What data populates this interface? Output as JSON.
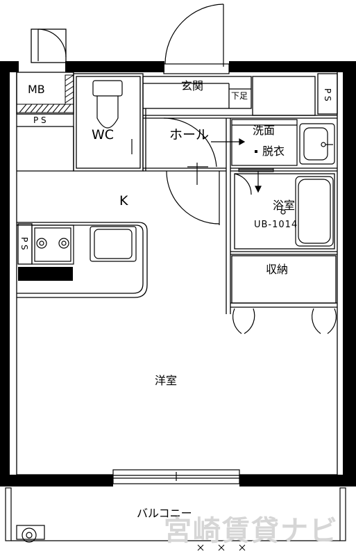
{
  "rooms": {
    "entrance": "玄関",
    "shoe_box": "下足",
    "mb": "MB",
    "ps_top_left": "P S",
    "ps_top_right": "P S",
    "ps_kitchen": "P S",
    "wc": "WC",
    "hall": "ホール",
    "washroom_line1": "洗面",
    "washroom_line2": "脱衣",
    "kitchen": "K",
    "bath": "浴室",
    "unit_bath_model": "UB-1014",
    "storage": "収納",
    "western_room": "洋室",
    "balcony": "バルコニー"
  },
  "watermark": "宮崎賃貸ナビ"
}
